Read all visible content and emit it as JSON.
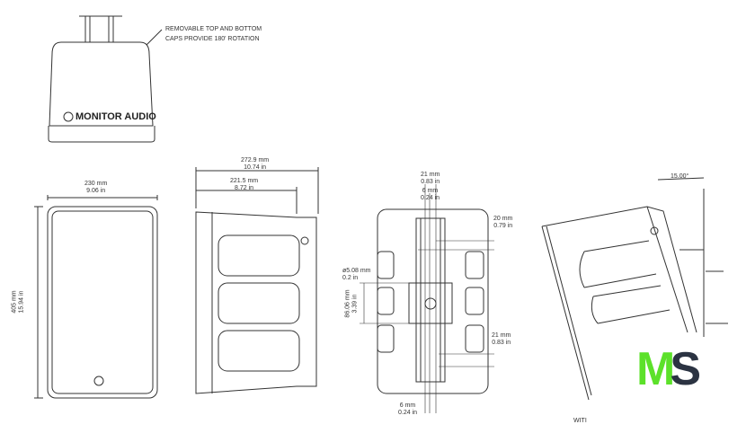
{
  "top_view": {
    "brand": "MONITOR AUDIO",
    "note_line1": "REMOVABLE TOP AND BOTTOM",
    "note_line2": "CAPS PROVIDE 180' ROTATION"
  },
  "front_view": {
    "width_mm": "230 mm",
    "width_in": "9.06 in",
    "height_mm": "405 mm",
    "height_in": "15.94 in"
  },
  "side_view": {
    "depth_total_mm": "272.9 mm",
    "depth_total_in": "10.74 in",
    "depth_body_mm": "221.5 mm",
    "depth_body_in": "8.72 in"
  },
  "rear_view": {
    "slot_width_mm": "21 mm",
    "slot_width_in": "0.83 in",
    "slot_gap_mm": "6 mm",
    "slot_gap_in": "0.24 in",
    "top_offset_mm": "20 mm",
    "top_offset_in": "0.79 in",
    "hole_dia_mm": "ø5.08 mm",
    "hole_dia_in": "0.2 in",
    "hole_spacing_mm": "86.06 mm",
    "hole_spacing_in": "3.39 in",
    "bottom_slot_mm": "21 mm",
    "bottom_slot_in": "0.83 in",
    "bottom_gap_mm": "6 mm",
    "bottom_gap_in": "0.24 in"
  },
  "tilt_view": {
    "angle": "15.00°",
    "caption": "WITI"
  },
  "logo": {
    "m": "M",
    "s": "S",
    "m_color": "#5ce12a",
    "s_color": "#2b3342"
  }
}
